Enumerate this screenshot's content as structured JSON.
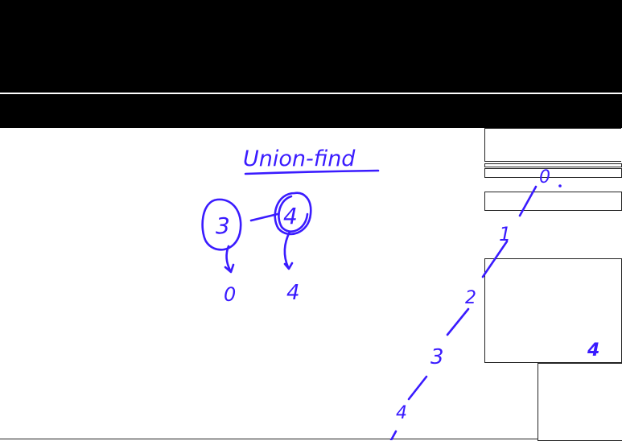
{
  "colors": {
    "ink": "#3a1bff",
    "chrome": "#000000",
    "background": "#ffffff"
  },
  "whiteboard": {
    "title": "Union-find",
    "nodes": [
      {
        "label": "3",
        "parent": "0"
      },
      {
        "label": "4",
        "parent": "4"
      }
    ],
    "chain_labels": [
      "0",
      "1",
      "2",
      "3",
      "4"
    ],
    "corner_mark": "4"
  }
}
